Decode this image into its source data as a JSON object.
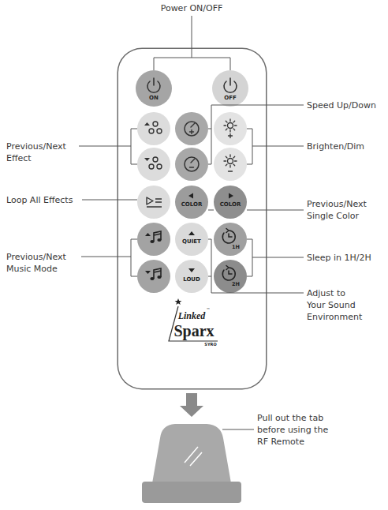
{
  "diagram": {
    "nodes": [
      {
        "text": [
          "Linked",
          "™",
          "Sparx",
          "SYRO"
        ]
      },
      {
        "text": [
          "ON"
        ],
        "in": 0
      },
      {
        "text": [
          "OFF"
        ],
        "in": 0
      },
      {
        "text": [
          "COLOR"
        ],
        "in": 0
      },
      {
        "text": [
          "COLOR"
        ],
        "in": 0
      },
      {
        "text": [
          "QUIET"
        ],
        "in": 0
      },
      {
        "text": [
          "1H"
        ],
        "in": 0
      },
      {
        "text": [
          "LOUD"
        ],
        "in": 0
      },
      {
        "text": [
          "2H"
        ],
        "in": 0
      }
    ],
    "labels": [
      "Power ON/OFF",
      "Speed Up/Down",
      "Previous/Next Effect",
      "Brighten/Dim",
      "Loop All Effects",
      "Previous/Next Single Color",
      "Previous/Next Music Mode",
      "Sleep in 1H/2H",
      "Adjust to Your Sound Environment",
      "Pull out the tab before using the RF Remote"
    ]
  }
}
